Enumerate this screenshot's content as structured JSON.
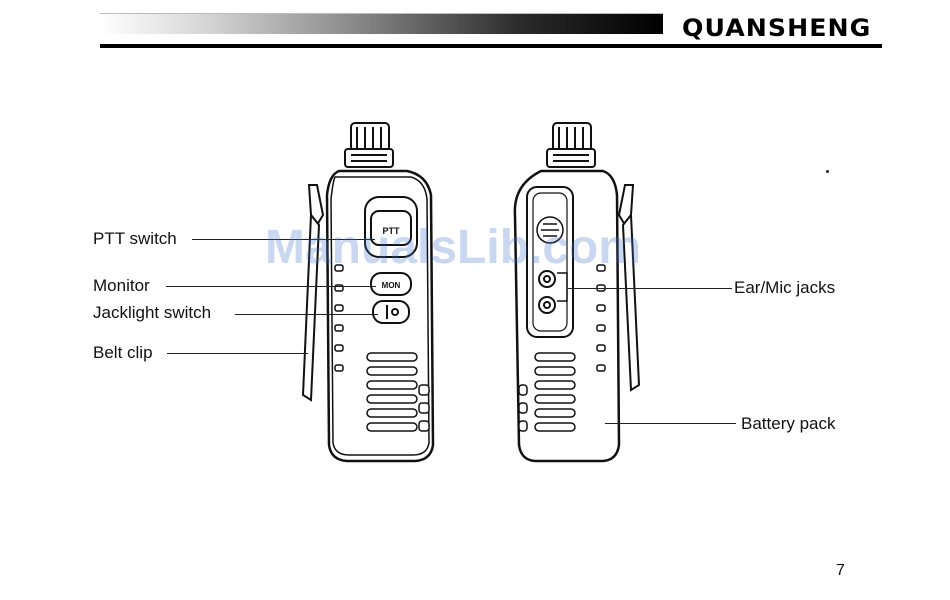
{
  "header": {
    "brand": "QUANSHENG"
  },
  "watermark": "ManualsLib.com",
  "left_radio": {
    "button_ptt": "PTT",
    "button_mon": "MON"
  },
  "labels": {
    "ptt_switch": "PTT switch",
    "monitor": "Monitor",
    "jacklight_switch": "Jacklight switch",
    "belt_clip": "Belt clip",
    "ear_mic_jacks": "Ear/Mic jacks",
    "battery_pack": "Battery pack"
  },
  "page_number": "7"
}
